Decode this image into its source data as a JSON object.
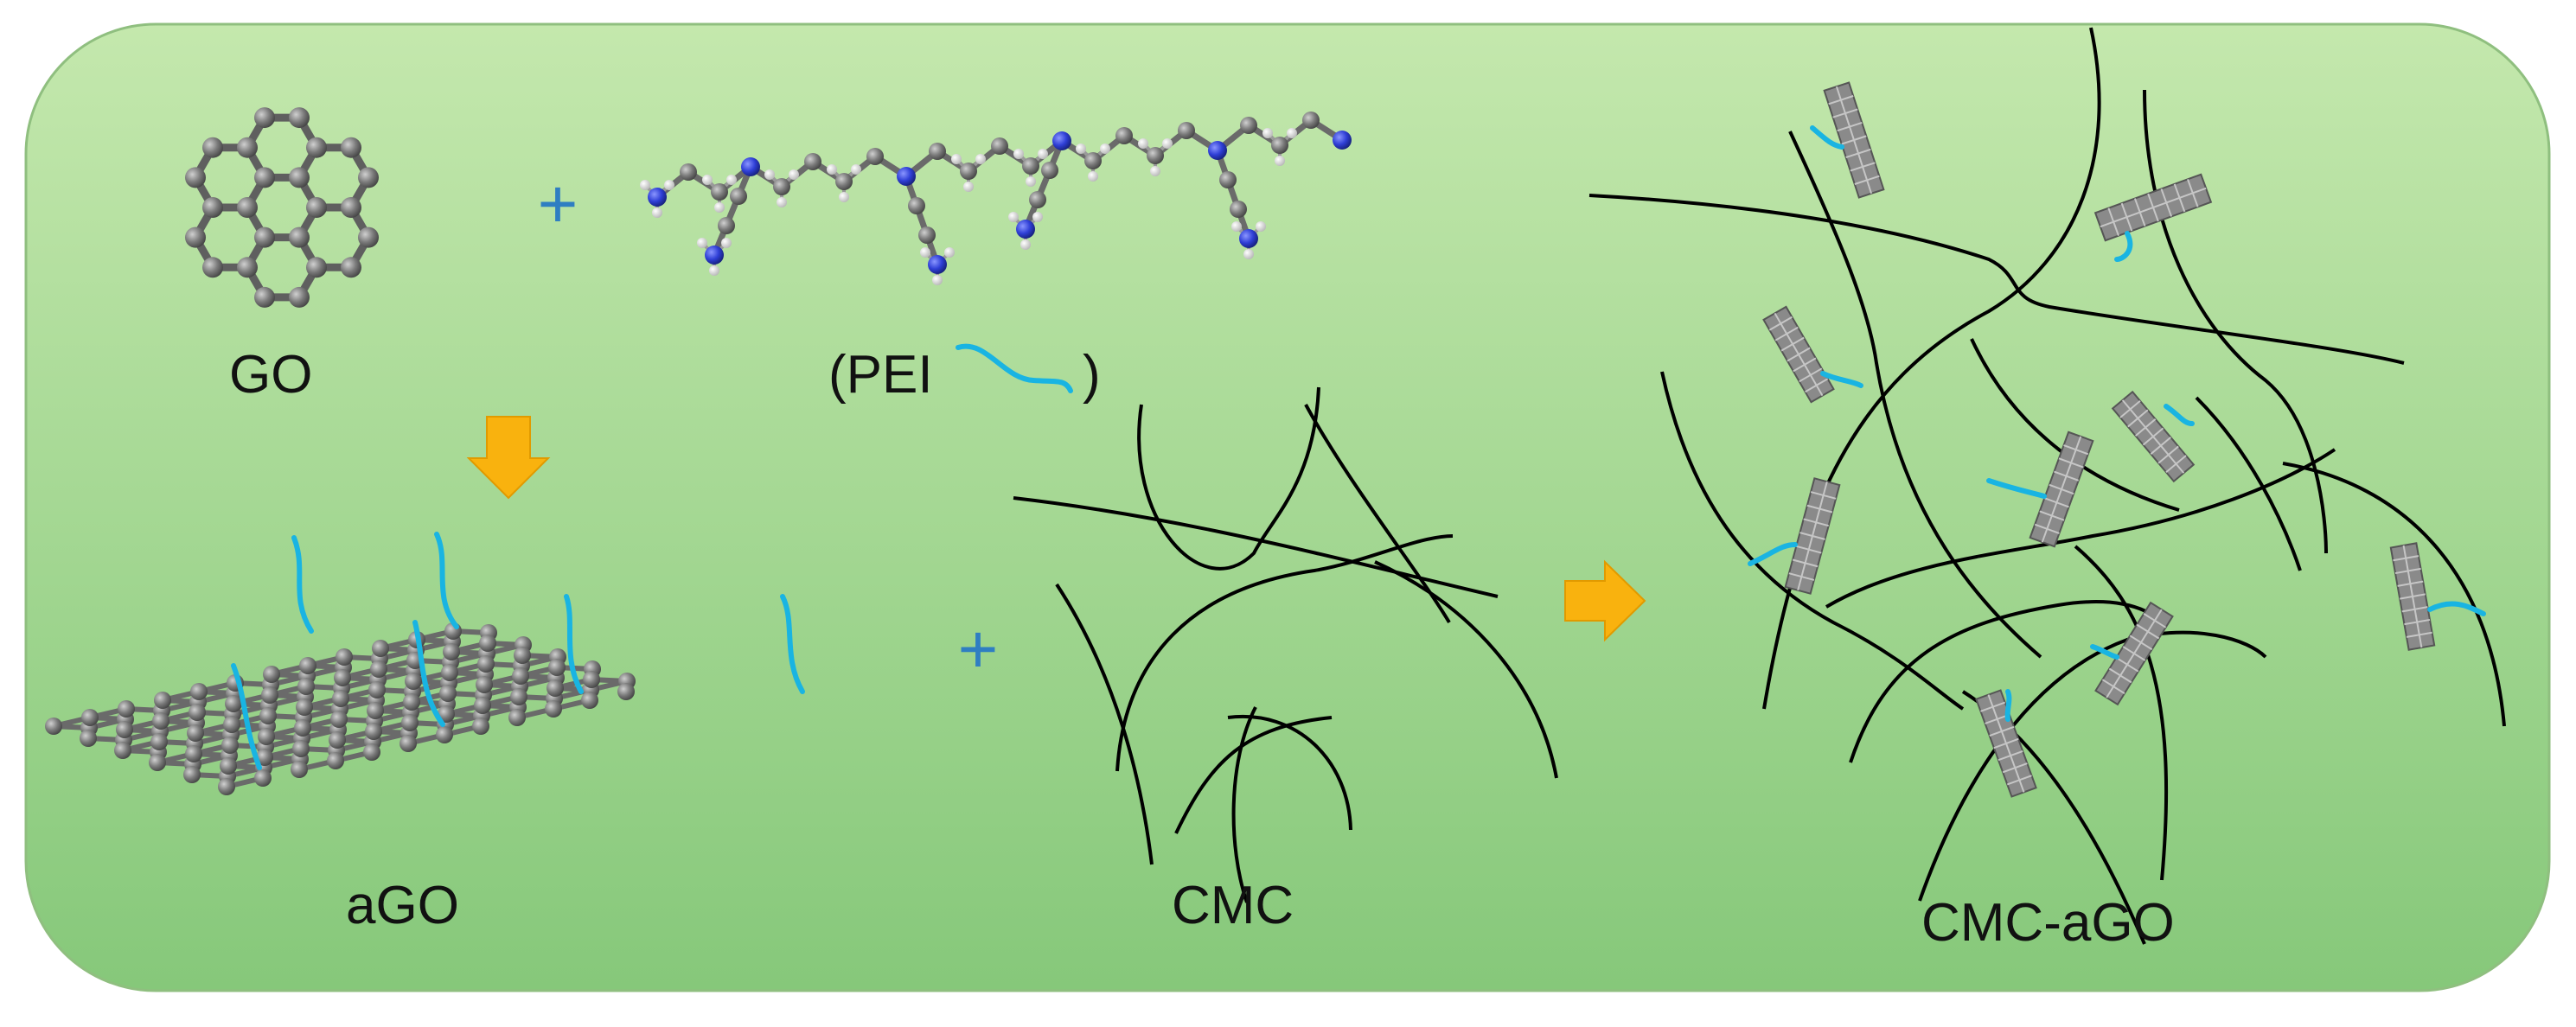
{
  "labels": {
    "go": "GO",
    "pei_open": "(PEI",
    "pei_close": ")",
    "ago": "aGO",
    "cmc": "CMC",
    "cmc_ago": "CMC-aGO"
  },
  "symbols": {
    "plus": "+"
  },
  "colors": {
    "panel_top": "#c4e8ad",
    "panel_bottom": "#86c87a",
    "panel_border": "#8fbf7f",
    "carbon": "#777777",
    "nitrogen": "#2f3fd6",
    "hydrogen": "#e6e6e6",
    "pei_chain": "#19b4e2",
    "arrow": "#f9b20e",
    "cmc_fiber": "#000000",
    "plus": "#2f7ec2",
    "text": "#111111"
  }
}
